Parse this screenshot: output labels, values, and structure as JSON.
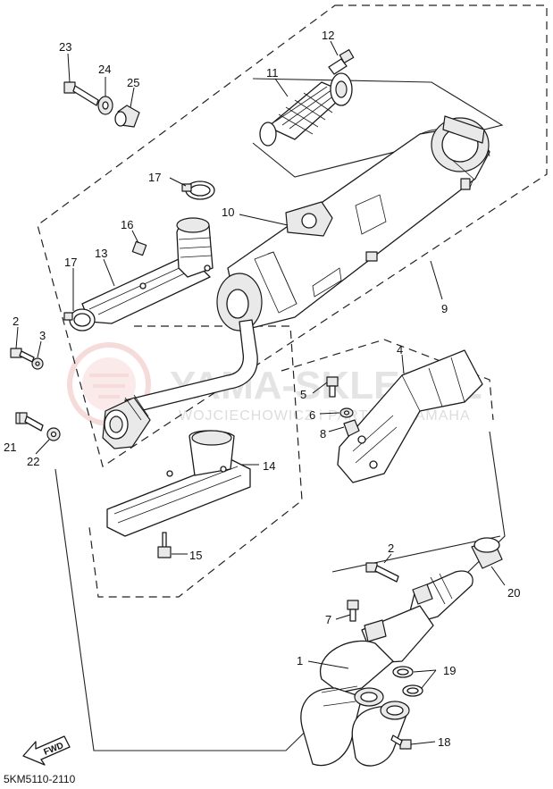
{
  "callouts": [
    {
      "id": "c23",
      "num": "23"
    },
    {
      "id": "c24",
      "num": "24"
    },
    {
      "id": "c25",
      "num": "25"
    },
    {
      "id": "c12",
      "num": "12"
    },
    {
      "id": "c11",
      "num": "11"
    },
    {
      "id": "c17a",
      "num": "17"
    },
    {
      "id": "c10",
      "num": "10"
    },
    {
      "id": "c16",
      "num": "16"
    },
    {
      "id": "c13",
      "num": "13"
    },
    {
      "id": "c17b",
      "num": "17"
    },
    {
      "id": "c9",
      "num": "9"
    },
    {
      "id": "c2a",
      "num": "2"
    },
    {
      "id": "c3",
      "num": "3"
    },
    {
      "id": "c4",
      "num": "4"
    },
    {
      "id": "c5",
      "num": "5"
    },
    {
      "id": "c6",
      "num": "6"
    },
    {
      "id": "c8",
      "num": "8"
    },
    {
      "id": "c21",
      "num": "21"
    },
    {
      "id": "c22",
      "num": "22"
    },
    {
      "id": "c14",
      "num": "14"
    },
    {
      "id": "c15",
      "num": "15"
    },
    {
      "id": "c2b",
      "num": "2"
    },
    {
      "id": "c20",
      "num": "20"
    },
    {
      "id": "c7",
      "num": "7"
    },
    {
      "id": "c1",
      "num": "1"
    },
    {
      "id": "c19",
      "num": "19"
    },
    {
      "id": "c18",
      "num": "18"
    }
  ],
  "watermark": {
    "main": "YAMA-SKLEP.PL",
    "sub": "WOJCIECHOWICZ i PARTNER YAMAHA"
  },
  "fwd_label": "FWD",
  "diagram_code": "5KM5110-2110",
  "colors": {
    "line": "#1a1a1a",
    "watermark_red": "#e89a9a",
    "watermark_gray": "#cfcfcf"
  }
}
